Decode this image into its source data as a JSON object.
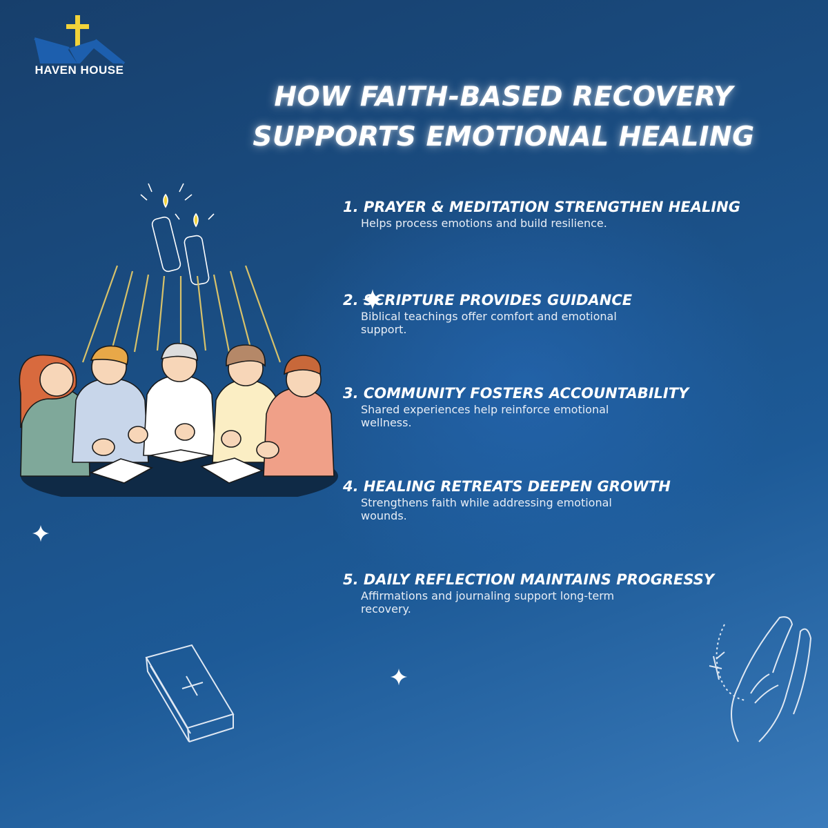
{
  "brand": {
    "logo_text": "HAVEN HOUSE",
    "colors": {
      "logo_blue": "#1d5fae",
      "cross_yellow": "#f2d33a"
    }
  },
  "title": {
    "line1": "HOW FAITH-BASED RECOVERY",
    "line2": "SUPPORTS EMOTIONAL HEALING"
  },
  "items": [
    {
      "heading": "1. PRAYER & MEDITATION STRENGTHEN HEALING",
      "description": "Helps process emotions and build resilience."
    },
    {
      "heading": "2. SCRIPTURE PROVIDES GUIDANCE",
      "description": "Biblical teachings offer comfort and emotional support."
    },
    {
      "heading": "3. COMMUNITY FOSTERS ACCOUNTABILITY",
      "description": "Shared experiences help reinforce emotional wellness."
    },
    {
      "heading": "4. HEALING RETREATS DEEPEN GROWTH",
      "description": "Strengthens faith while addressing emotional wounds."
    },
    {
      "heading": "5. DAILY REFLECTION MAINTAINS PROGRESSY",
      "description": "Affirmations and journaling support long-term recovery."
    }
  ],
  "icons": {
    "illustration": "group-prayer-illustration",
    "bible": "bible-outline-icon",
    "hands": "praying-hands-rosary-icon",
    "sparkle": "sparkle-icon"
  },
  "colors": {
    "bg_dark": "#173f6c",
    "bg_light": "#3a7bbb",
    "text": "#ffffff"
  }
}
